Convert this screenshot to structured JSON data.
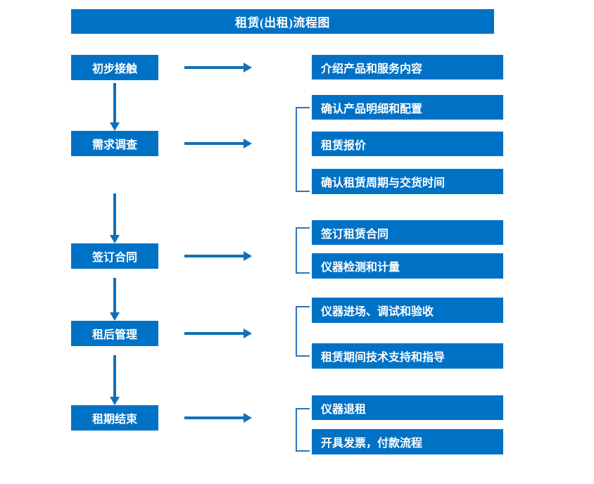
{
  "diagram": {
    "title": "租赁(出租)流程图",
    "colors": {
      "box_blue": "#0072C6",
      "arrow_blue": "#1070B8",
      "bracket_blue": "#2E75B6",
      "text_white": "#FFFFFF",
      "background": "#FFFFFF"
    },
    "stages": [
      {
        "label": "初步接触",
        "details": [
          {
            "label": "介绍产品和服务内容"
          }
        ],
        "grouped": false
      },
      {
        "label": "需求调查",
        "details": [
          {
            "label": "确认产品明细和配置"
          },
          {
            "label": "租赁报价"
          },
          {
            "label": "确认租赁周期与交货时间"
          }
        ],
        "grouped": true
      },
      {
        "label": "签订合同",
        "details": [
          {
            "label": "签订租赁合同"
          },
          {
            "label": "仪器检测和计量"
          }
        ],
        "grouped": true
      },
      {
        "label": "租后管理",
        "details": [
          {
            "label": "仪器进场、调试和验收"
          },
          {
            "label": "租赁期间技术支持和指导"
          }
        ],
        "grouped": true
      },
      {
        "label": "租期结束",
        "details": [
          {
            "label": "仪器退租"
          },
          {
            "label": "开具发票，付款流程"
          }
        ],
        "grouped": true
      }
    ],
    "connectors": {
      "stage_to_detail": "right-arrow",
      "stage_to_stage": "down-arrow",
      "group_marker": "left-bracket"
    }
  }
}
